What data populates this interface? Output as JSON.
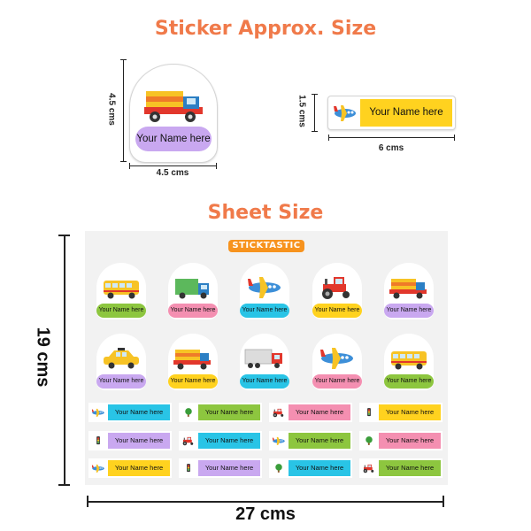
{
  "titles": {
    "sticker_size": "Sticker Approx. Size",
    "sheet_size": "Sheet Size"
  },
  "dims": {
    "big_h": "4.5 cms",
    "big_w": "4.5 cms",
    "small_h": "1.5 cms",
    "small_w": "6 cms",
    "sheet_h": "19 cms",
    "sheet_w": "27 cms"
  },
  "samples": {
    "big_name": "Your Name here",
    "small_name": "Your Name here"
  },
  "brand": "STICKTASTIC",
  "colors": {
    "title": "#f07a4a",
    "green": "#8dc63f",
    "pink": "#f48fb1",
    "cyan": "#29c4e6",
    "yellow": "#ffd21f",
    "purple": "#c9a8f0"
  },
  "round_stickers": [
    {
      "icon": "school-bus-icon",
      "label": "Your Name here",
      "color": "#8dc63f"
    },
    {
      "icon": "delivery-truck-icon",
      "label": "Your Name here",
      "color": "#f48fb1"
    },
    {
      "icon": "airplane-icon",
      "label": "Your Name here",
      "color": "#29c4e6"
    },
    {
      "icon": "tractor-icon",
      "label": "Your Name here",
      "color": "#ffd21f"
    },
    {
      "icon": "dump-truck-icon",
      "label": "Your Name here",
      "color": "#c9a8f0"
    },
    {
      "icon": "taxi-icon",
      "label": "Your Name here",
      "color": "#c9a8f0"
    },
    {
      "icon": "dump-truck-icon",
      "label": "Your Name here",
      "color": "#ffd21f"
    },
    {
      "icon": "semi-truck-icon",
      "label": "Your Name here",
      "color": "#29c4e6"
    },
    {
      "icon": "airplane-icon",
      "label": "Your Name here",
      "color": "#f48fb1"
    },
    {
      "icon": "school-bus-icon",
      "label": "Your Name here",
      "color": "#8dc63f"
    }
  ],
  "rect_stickers": [
    {
      "icon": "airplane-icon",
      "label": "Your Name here",
      "color": "#29c4e6"
    },
    {
      "icon": "tree-icon",
      "label": "Your Name here",
      "color": "#8dc63f"
    },
    {
      "icon": "tractor-icon",
      "label": "Your Name here",
      "color": "#f48fb1"
    },
    {
      "icon": "traffic-light-icon",
      "label": "Your Name here",
      "color": "#ffd21f"
    },
    {
      "icon": "traffic-light-icon",
      "label": "Your Name here",
      "color": "#c9a8f0"
    },
    {
      "icon": "tractor-icon",
      "label": "Your Name here",
      "color": "#29c4e6"
    },
    {
      "icon": "airplane-icon",
      "label": "Your Name here",
      "color": "#8dc63f"
    },
    {
      "icon": "tree-icon",
      "label": "Your Name here",
      "color": "#f48fb1"
    },
    {
      "icon": "airplane-icon",
      "label": "Your Name here",
      "color": "#ffd21f"
    },
    {
      "icon": "traffic-light-icon",
      "label": "Your Name here",
      "color": "#c9a8f0"
    },
    {
      "icon": "tree-icon",
      "label": "Your Name here",
      "color": "#29c4e6"
    },
    {
      "icon": "tractor-icon",
      "label": "Your Name here",
      "color": "#8dc63f"
    }
  ]
}
